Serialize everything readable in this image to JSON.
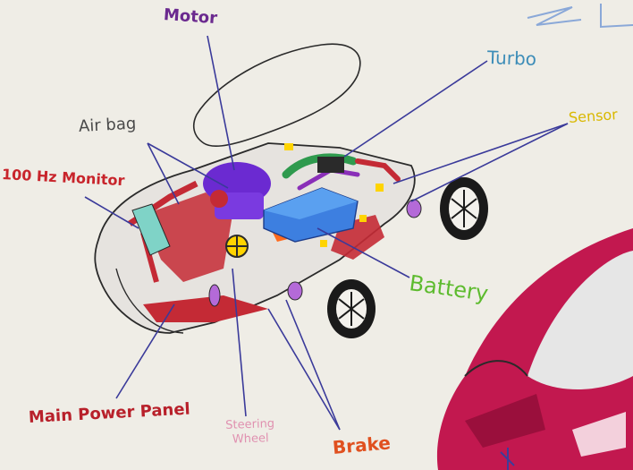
{
  "labels": {
    "motor": "Motor",
    "turbo": "Turbo",
    "sensor": "Sensor",
    "airbag": "Air bag",
    "monitor": "100 Hz Monitor",
    "battery": "Battery",
    "main_power_panel": "Main Power Panel",
    "steering_wheel": "Steering Wheel",
    "brake": "Brake"
  },
  "colors": {
    "paper": "#f3f1ec",
    "leader_line": "#3a3a9a",
    "body_red": "#c42a35",
    "motor_purple": "#6b2ad1",
    "battery_blue": "#3d7fe0",
    "accent_green": "#2f9a4e",
    "car_pink": "#c2184f"
  },
  "icons": {
    "corner_mark": "blue-letter-sketch-icon",
    "wheel": "wheel-icon",
    "steering": "steering-wheel-icon"
  }
}
